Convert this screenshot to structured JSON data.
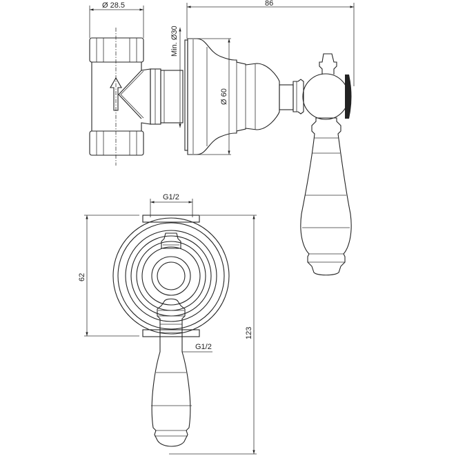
{
  "drawing": {
    "title": "Concealed thermostatic/stop valve with lever handle — technical drawing",
    "units": "mm",
    "views": [
      "side-view",
      "front-view"
    ]
  },
  "dimensions": {
    "body_diameter": "Ø 28.5",
    "overall_depth": "86",
    "min_hole": "Min. Ø30",
    "rosette_diameter": "Ø 60",
    "connection_top": "G1/2",
    "connection_bottom": "G1/2",
    "body_height": "62",
    "overall_height": "123"
  },
  "colors": {
    "line": "#222222",
    "background": "#ffffff"
  }
}
